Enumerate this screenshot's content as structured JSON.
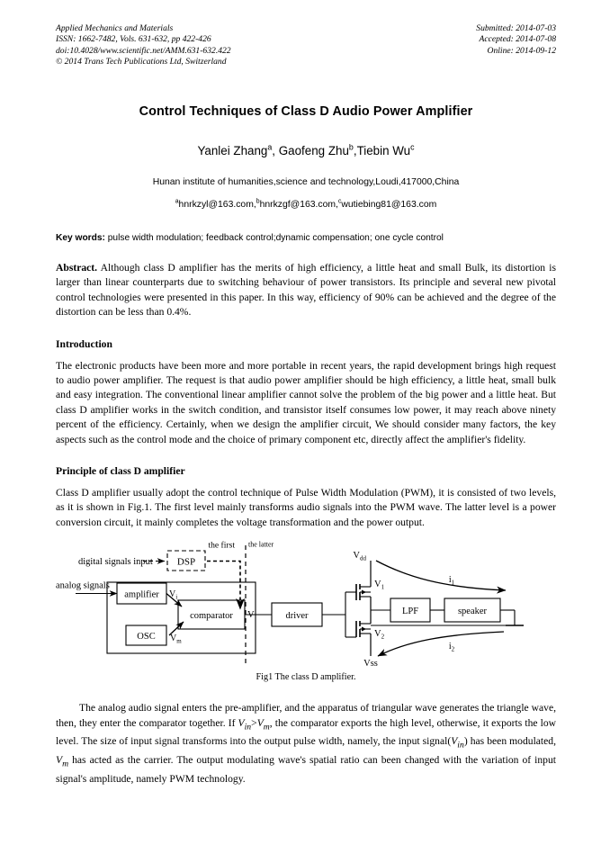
{
  "journal": {
    "left_lines": [
      "Applied Mechanics and Materials",
      "ISSN: 1662-7482, Vols. 631-632, pp 422-426",
      "doi:10.4028/www.scientific.net/AMM.631-632.422",
      "© 2014 Trans Tech Publications Ltd, Switzerland"
    ],
    "right_lines": [
      "Submitted: 2014-07-03",
      "Accepted: 2014-07-08",
      "Online: 2014-09-12"
    ]
  },
  "title": "Control Techniques of Class D Audio Power Amplifier",
  "authors": {
    "name1": "Yanlei Zhang",
    "sup1": "a",
    "sep1": ", ",
    "name2": "Gaofeng Zhu",
    "sup2": "b",
    "sep2": ",",
    "name3": "Tiebin Wu",
    "sup3": "c"
  },
  "affiliation": "Hunan institute of humanities,science and technology,Loudi,417000,China",
  "emails": {
    "sup_a": "a",
    "email_a": "hnrkzyl@163.com,",
    "sup_b": "b",
    "email_b": "hnrkzgf@163.com,",
    "sup_c": "c",
    "email_c": "wutiebing81@163.com"
  },
  "keywords": {
    "label": "Key words:",
    "text": " pulse width modulation; feedback control;dynamic compensation; one cycle control"
  },
  "abstract": {
    "label": "Abstract.",
    "text": " Although class D amplifier has the merits of high efficiency, a little heat and small Bulk, its distortion is larger than linear counterparts due to switching behaviour of power transistors. Its principle and several new pivotal control technologies were presented in this paper. In this way, efficiency of 90% can be achieved and the degree of the distortion can be less than 0.4%."
  },
  "introduction": {
    "heading": "Introduction",
    "paragraph": "The electronic products have been more and more portable in recent years, the rapid development brings high request to audio power amplifier. The request is that audio power amplifier should be high efficiency, a little heat, small bulk and easy integration. The conventional linear amplifier cannot solve the problem of the big power and a little heat. But class D amplifier works in the switch condition, and transistor itself consumes low power, it may reach above ninety percent of the efficiency. Certainly, when we design the amplifier circuit, We should consider many factors, the key aspects such as the control mode and the choice of primary component etc, directly affect the amplifier's fidelity."
  },
  "principle": {
    "heading": "Principle of class D amplifier",
    "paragraph": "Class D amplifier usually adopt the control technique of Pulse Width Modulation (PWM), it is consisted of two levels, as it is shown in Fig.1. The first level mainly transforms audio signals into the PWM wave. The latter level is a power conversion circuit, it mainly completes the voltage transformation and the power output."
  },
  "figure": {
    "caption": "Fig1  The class D amplifier.",
    "labels": {
      "digital_input": "digital signals input",
      "analog_input": "analog signals",
      "dsp": "DSP",
      "the_first": "the first",
      "the_latter": "the latter",
      "amplifier": "amplifier",
      "osc": "OSC",
      "comparator": "comparator",
      "driver": "driver",
      "lpf": "LPF",
      "speaker": "speaker",
      "v_i": "V",
      "v_i_sub": "i",
      "v_m": "V",
      "v_m_sub": "m",
      "v_node": "V",
      "v_dd": "V",
      "v_dd_sub": "dd",
      "v_ss": "Vss",
      "v_1": "V",
      "v_1_sub": "1",
      "v_2": "V",
      "v_2_sub": "2",
      "i_1": "i",
      "i_1_sub": "1",
      "i_2": "i",
      "i_2_sub": "2"
    }
  },
  "last_paragraph": {
    "s1": "The analog audio signal enters the pre-amplifier, and the apparatus of triangular wave generates the triangle wave, then, they enter the comparator together. If ",
    "i1": "V",
    "i1sub": "in",
    "s2": ">",
    "i2": "V",
    "i2sub": "m",
    "s3": ", the comparator exports the high level, otherwise, it exports the low level. The size of input signal transforms into the output pulse width, namely, the input signal(",
    "i3": "V",
    "i3sub": "in",
    "s4": ") has been modulated, ",
    "i4": "V",
    "i4sub": "m",
    "s5": " has acted as the carrier. The output modulating wave's spatial ratio can been changed with the variation of input signal's amplitude, namely PWM technology."
  }
}
